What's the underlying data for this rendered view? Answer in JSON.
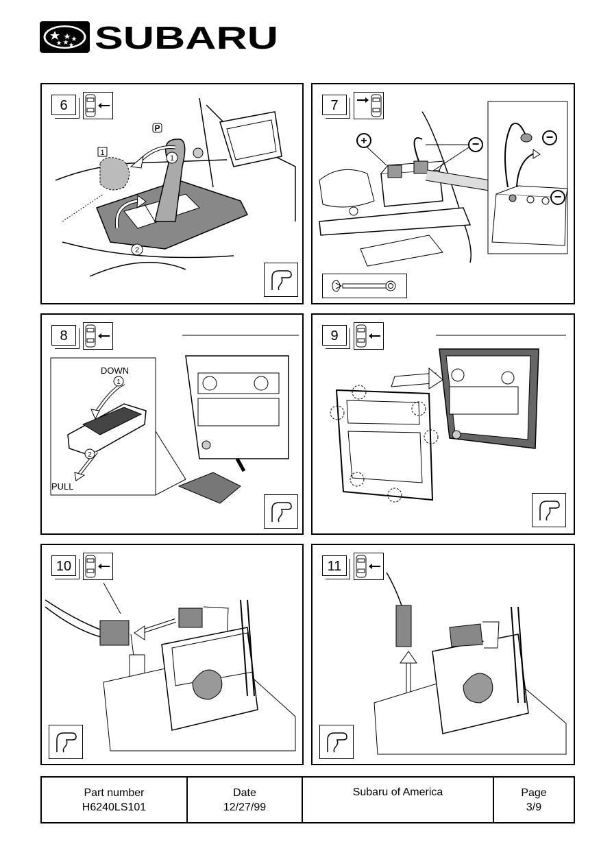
{
  "brand": {
    "name": "SUBARU"
  },
  "steps": [
    {
      "number": "6",
      "labels": {
        "park": "P",
        "one": "1",
        "one_ghost": "1",
        "two": "2"
      }
    },
    {
      "number": "7",
      "labels": {
        "plus": "+",
        "minus1": "−",
        "minus2": "−",
        "minus3": "−"
      }
    },
    {
      "number": "8",
      "labels": {
        "down": "DOWN",
        "one": "1",
        "two": "2",
        "pull": "PULL"
      }
    },
    {
      "number": "9"
    },
    {
      "number": "10"
    },
    {
      "number": "11"
    }
  ],
  "footer": {
    "part_label": "Part number",
    "part_value": "H6240LS101",
    "date_label": "Date",
    "date_value": "12/27/99",
    "company": "Subaru of America",
    "page_label": "Page",
    "page_value": "3/9"
  }
}
